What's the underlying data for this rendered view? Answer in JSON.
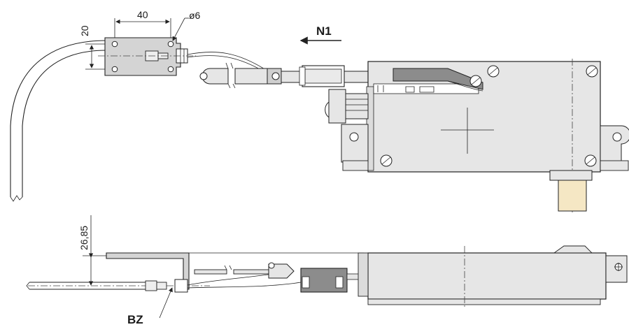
{
  "dimensions": {
    "hole_spacing": "40",
    "bracket_height": "20",
    "hole_diameter": "ø6",
    "offset": "26,85"
  },
  "labels": {
    "direction": "N1",
    "cable_clamp": "BZ"
  },
  "colors": {
    "housing_fill": "#e6e6e6",
    "bracket_fill": "#d4d4d4",
    "dark_part_fill": "#8c8c8c",
    "plug_fill": "#f5e7c4",
    "line": "#222222"
  }
}
